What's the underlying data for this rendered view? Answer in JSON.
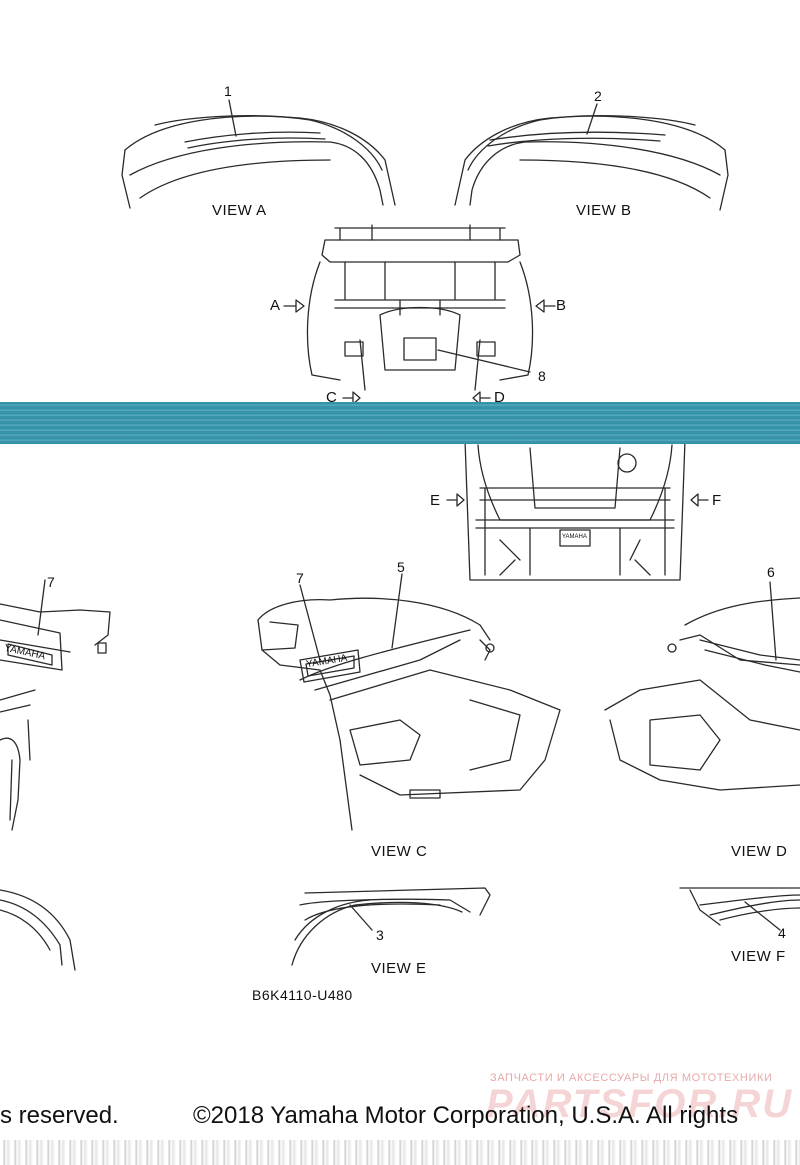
{
  "views": {
    "a": "VIEW A",
    "b": "VIEW B",
    "c": "VIEW C",
    "d": "VIEW D",
    "e": "VIEW E",
    "f": "VIEW F"
  },
  "arrows": {
    "a": "A",
    "b": "B",
    "c": "C",
    "d": "D",
    "e": "E",
    "f": "F"
  },
  "callouts": {
    "n1": "1",
    "n2": "2",
    "n3": "3",
    "n4": "4",
    "n5": "5",
    "n6": "6",
    "n7_left": "7",
    "n7_mid": "7",
    "n8": "8"
  },
  "decal_text": {
    "yamaha": "YAMAHA"
  },
  "part_code": "B6K4110-U480",
  "watermark": {
    "tagline": "ЗАПЧАСТИ И АКСЕССУАРЫ ДЛЯ МОТОТЕХНИКИ",
    "brand": "PARTSFOR.RU"
  },
  "copyright": {
    "left": "s reserved.",
    "right": "©2018 Yamaha Motor Corporation, U.S.A. All rights"
  },
  "colors": {
    "line": "#2a2a2a",
    "teal_band": "#2f8fa6",
    "watermark": "#e7a9a9"
  }
}
